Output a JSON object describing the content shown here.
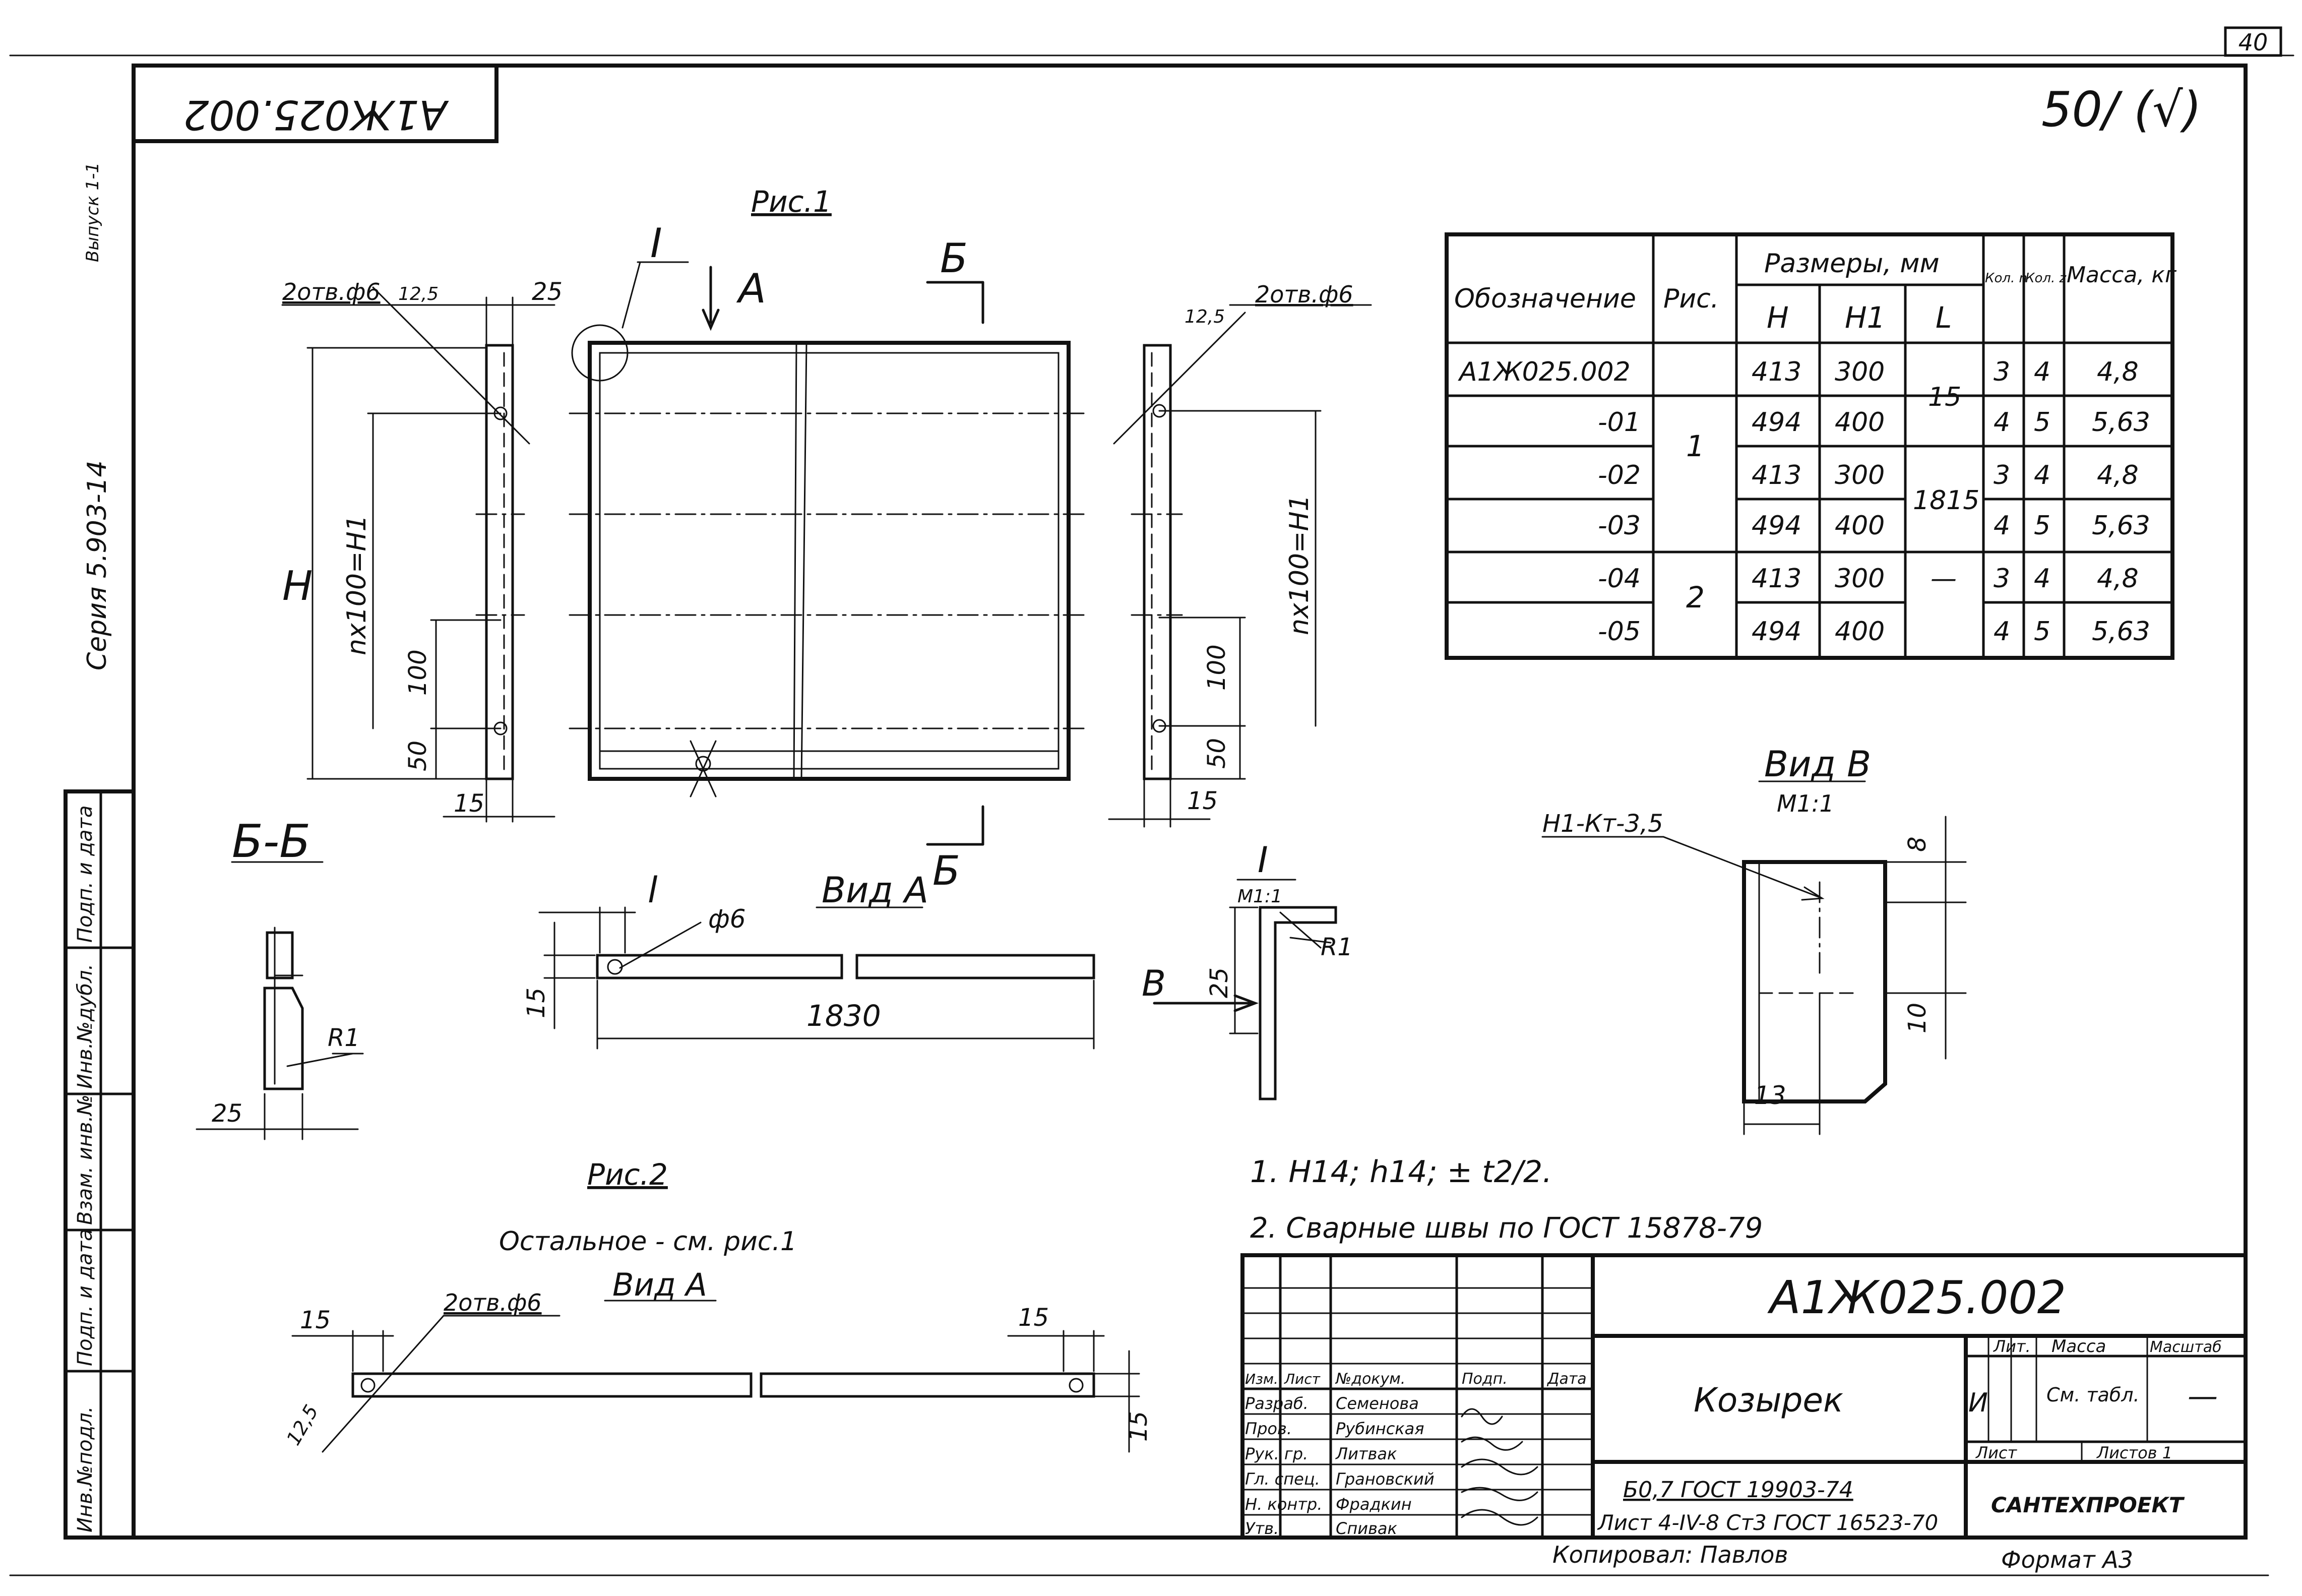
{
  "page_number": "40",
  "roughness_mark": "50/ (√)",
  "side_labels": {
    "vypusk": "Выпуск 1-1",
    "seriya": "Серия 5.903-14"
  },
  "left_stamp": [
    "Инв.№подл.",
    "Подп. и дата",
    "Взам. инв.№",
    "Инв.№дубл.",
    "Подп. и дата"
  ],
  "top_stamp_code": "А1Ж025.002",
  "figures": {
    "fig1_label": "Рис.1",
    "fig2_label": "Рис.2",
    "fig2_note": "Остальное - см. рис.1",
    "view_a": "Вид А",
    "view_a2": "Вид А",
    "view_b": "Вид В",
    "view_b_scale": "М1:1",
    "section_bb": "Б-Б",
    "node_i": "I",
    "node_i_scale": "М1:1",
    "arrow_a": "А",
    "arrow_b": "Б",
    "arrow_b2": "Б",
    "arrow_v": "В",
    "weld_code": "Н1-Кт-3,5"
  },
  "dims": {
    "holes_left": "2отв.ф6",
    "holes_right": "2отв.ф6",
    "holes_fig2": "2отв.ф6",
    "d12_5": "12,5",
    "d25": "25",
    "d15": "15",
    "dH": "H",
    "dnx100": "nx100=H1",
    "d100": "100",
    "d50": "50",
    "dl": "l",
    "df6": "ф6",
    "d1830": "1830",
    "dR1": "R1",
    "d8": "8",
    "d10": "10",
    "d13": "13"
  },
  "spec_table": {
    "headers": {
      "designation": "Обозначение",
      "fig": "Рис.",
      "dims_group": "Размеры, мм",
      "H": "H",
      "H1": "H1",
      "L": "L",
      "kol_n": "Кол. n",
      "kol_z": "Кол. z",
      "mass": "Масса, кг"
    },
    "rows": [
      {
        "des": "А1Ж025.002",
        "H": "413",
        "H1": "300",
        "n": "3",
        "z": "4",
        "m": "4,8"
      },
      {
        "des": "-01",
        "H": "494",
        "H1": "400",
        "n": "4",
        "z": "5",
        "m": "5,63"
      },
      {
        "des": "-02",
        "H": "413",
        "H1": "300",
        "n": "3",
        "z": "4",
        "m": "4,8"
      },
      {
        "des": "-03",
        "H": "494",
        "H1": "400",
        "n": "4",
        "z": "5",
        "m": "5,63"
      },
      {
        "des": "-04",
        "H": "413",
        "H1": "300",
        "n": "3",
        "z": "4",
        "m": "4,8"
      },
      {
        "des": "-05",
        "H": "494",
        "H1": "400",
        "n": "4",
        "z": "5",
        "m": "5,63"
      }
    ],
    "fig_groups": [
      "1",
      "2"
    ],
    "L_groups": [
      "15",
      "1815",
      "—"
    ]
  },
  "notes": {
    "note1": "1. H14; h14; ± t2/2.",
    "note2": "2. Сварные швы по ГОСТ 15878-79"
  },
  "title_block": {
    "code": "А1Ж025.002",
    "name": "Козырек",
    "material_line1": "Б0,7 ГОСТ 19903-74",
    "material_line2": "Лист 4-IV-8 Ст3 ГОСТ 16523-70",
    "org": "САНТЕХПРОЕКТ",
    "header_cols": [
      "Изм.",
      "Лист",
      "№докум.",
      "Подп.",
      "Дата"
    ],
    "roles": [
      {
        "role": "Разраб.",
        "name": "Семенова"
      },
      {
        "role": "Пров.",
        "name": "Рубинская"
      },
      {
        "role": "Рук. гр.",
        "name": "Литвак"
      },
      {
        "role": "Гл. спец.",
        "name": "Грановский"
      },
      {
        "role": "Н. контр.",
        "name": "Фрадкин"
      },
      {
        "role": "Утв.",
        "name": "Спивак"
      }
    ],
    "lit_label": "Лит.",
    "mass_label": "Масса",
    "scale_label": "Масштаб",
    "lit_value": "И",
    "mass_value": "См. табл.",
    "scale_value": "—",
    "sheet_label": "Лист",
    "sheets_label": "Листов 1"
  },
  "footer": {
    "copied": "Копировал: Павлов",
    "format": "Формат А3"
  }
}
